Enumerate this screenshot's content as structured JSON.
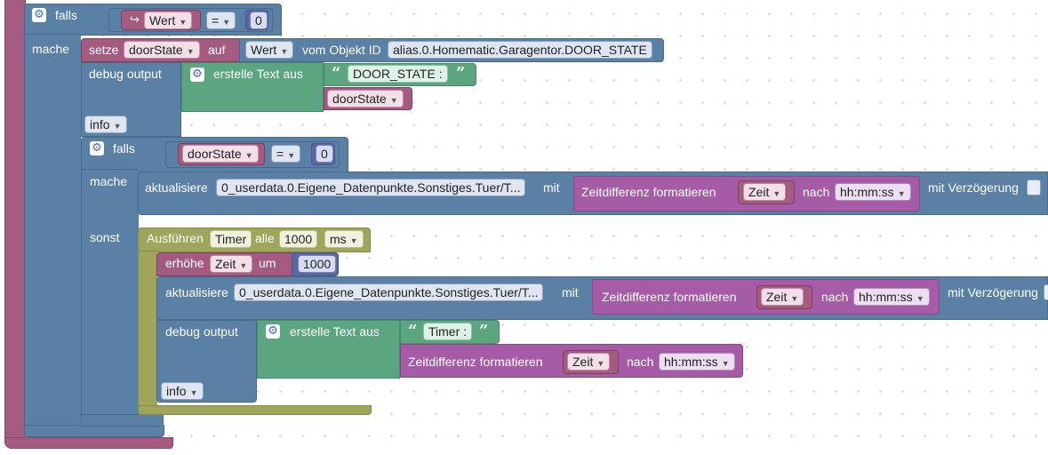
{
  "outer_if": {
    "falls": "falls",
    "mache": "mache",
    "cond": {
      "var_icon": "↪",
      "var": "Wert",
      "op": "=",
      "num": "0"
    }
  },
  "setze": {
    "setze": "setze",
    "var": "doorState",
    "auf": "auf",
    "prop": "Wert",
    "vom": "vom Objekt ID",
    "oid": "alias.0.Homematic.Garagentor.DOOR_STATE"
  },
  "debug1": {
    "label": "debug output",
    "create_text": "erstelle Text aus",
    "str": "DOOR_STATE :",
    "var": "doorState",
    "level": "info"
  },
  "inner_if": {
    "falls": "falls",
    "mache": "mache",
    "sonst": "sonst",
    "cond": {
      "var": "doorState",
      "op": "=",
      "num": "0"
    }
  },
  "update1": {
    "label": "aktualisiere",
    "oid": "0_userdata.0.Eigene_Datenpunkte.Sonstiges.Tuer/T...",
    "mit": "mit",
    "tdiff": "Zeitdifferenz formatieren",
    "var": "Zeit",
    "nach": "nach",
    "fmt": "hh:mm:ss",
    "delay": "mit Verzögerung"
  },
  "timer": {
    "label": "Ausführen",
    "name": "Timer",
    "alle": "alle",
    "interval": "1000",
    "unit": "ms"
  },
  "increment": {
    "label": "erhöhe",
    "var": "Zeit",
    "um": "um",
    "num": "1000"
  },
  "update2": {
    "label": "aktualisiere",
    "oid": "0_userdata.0.Eigene_Datenpunkte.Sonstiges.Tuer/T...",
    "mit": "mit",
    "tdiff": "Zeitdifferenz formatieren",
    "var": "Zeit",
    "nach": "nach",
    "fmt": "hh:mm:ss",
    "delay": "mit Verzögerung"
  },
  "debug2": {
    "label": "debug output",
    "create_text": "erstelle Text aus",
    "str": "Timer :",
    "tdiff": "Zeitdifferenz formatieren",
    "var": "Zeit",
    "nach": "nach",
    "fmt": "hh:mm:ss",
    "level": "info"
  },
  "colors": {
    "variable": "#a55b80",
    "logic": "#5b80a5",
    "text": "#5ba580",
    "timer": "#9fa55b",
    "format": "#a55ba5"
  }
}
